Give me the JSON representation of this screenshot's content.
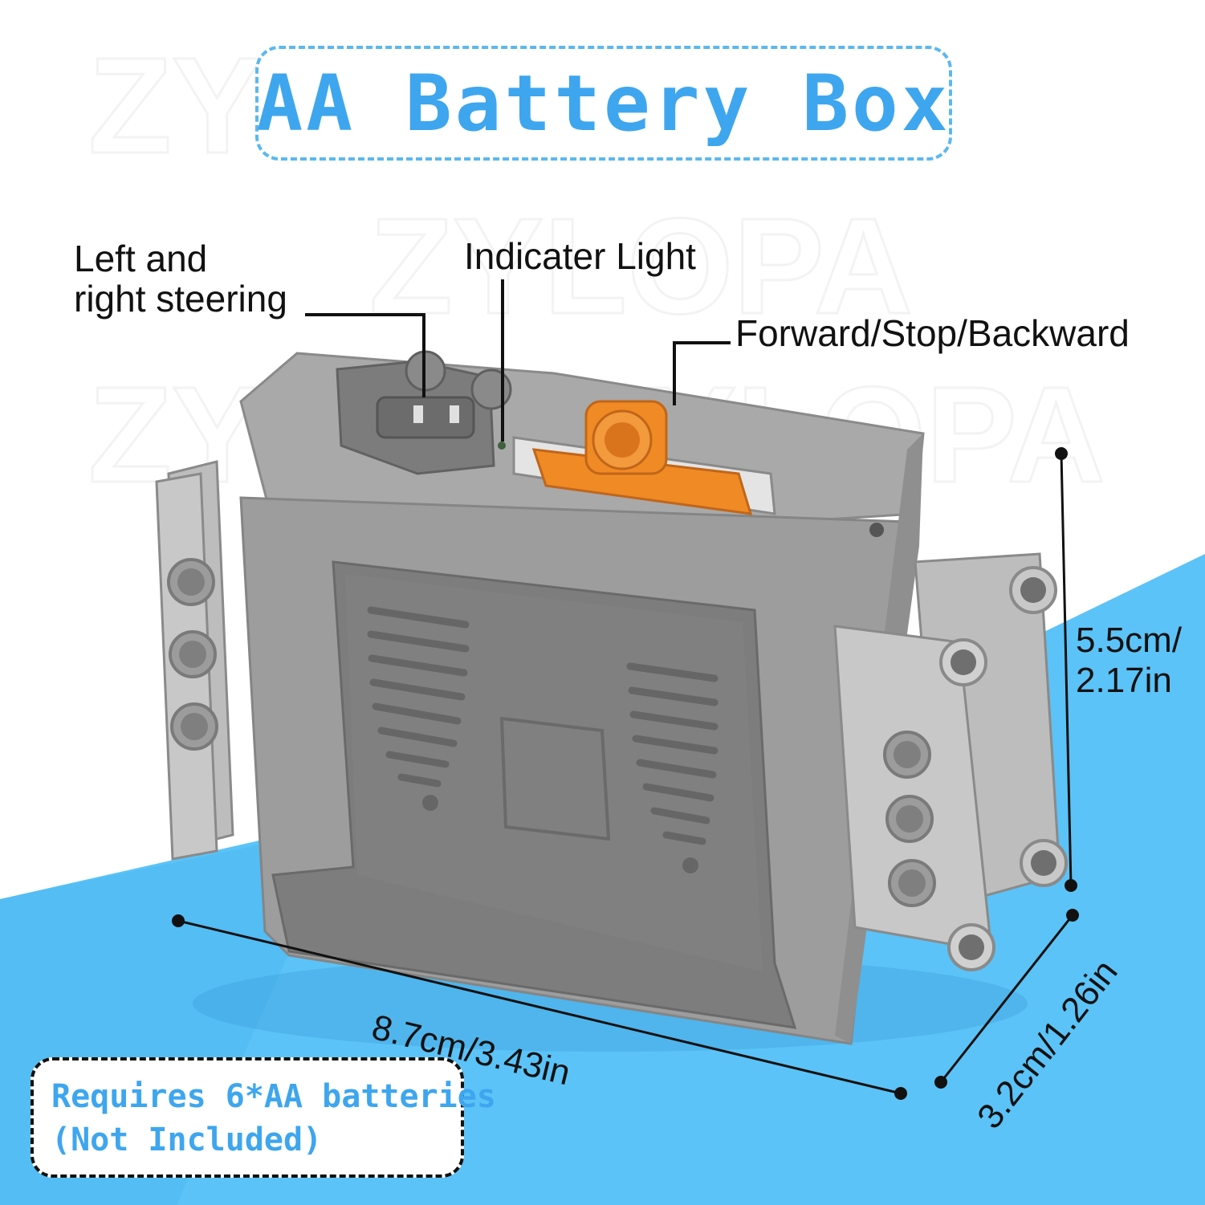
{
  "title": "AA Battery Box",
  "callouts": {
    "steering_line1": "Left and",
    "steering_line2": "right steering",
    "indicator": "Indicater Light",
    "switch": "Forward/Stop/Backward"
  },
  "dimensions": {
    "height_line1": "5.5cm/",
    "height_line2": "2.17in",
    "length": "8.7cm/3.43in",
    "depth": "3.2cm/1.26in"
  },
  "note": {
    "line1": "Requires 6*AA batteries",
    "line2": "(Not Included)"
  },
  "watermark": "ZYLOPA",
  "colors": {
    "accent_blue": "#3ea6ee",
    "floor_blue": "#5bc3f7",
    "box_gray": "#9a9a9a",
    "switch_orange": "#f08a24"
  }
}
